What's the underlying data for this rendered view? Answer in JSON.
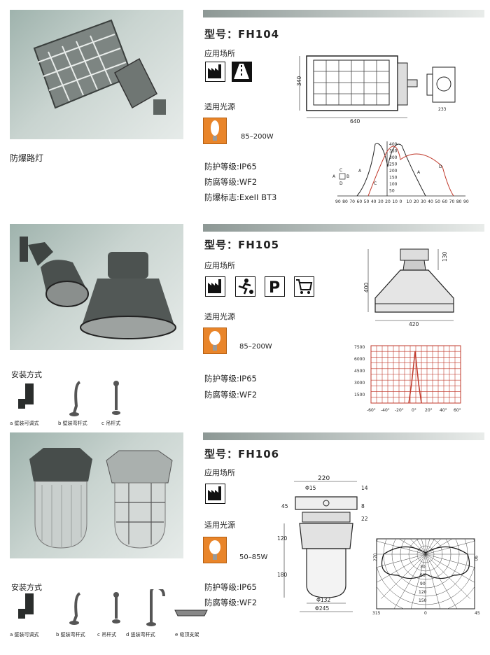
{
  "section1": {
    "photo_caption": "防爆路灯",
    "model": "型号：FH104",
    "usage_label": "应用场所",
    "light_label": "适用光源",
    "wattage": "85–200W",
    "protection": "防护等级:IP65",
    "corrosion": "防腐等级:WF2",
    "explosion": "防爆标志:ExeII BT3",
    "dim_width": "640",
    "dim_height": "340",
    "dim_side": "233",
    "curve_labels": [
      "A",
      "A",
      "C",
      "D",
      "C",
      "A",
      "B",
      "D"
    ],
    "curve_axis": [
      "90",
      "80",
      "70",
      "60",
      "50",
      "40",
      "30",
      "20",
      "10",
      "0",
      "10",
      "20",
      "30",
      "40",
      "50",
      "60",
      "70",
      "80",
      "90"
    ],
    "curve_y": [
      "400",
      "350",
      "300",
      "250",
      "200",
      "150",
      "100",
      "50"
    ]
  },
  "section2": {
    "model": "型号：FH105",
    "usage_label": "应用场所",
    "light_label": "适用光源",
    "wattage": "85–200W",
    "protection": "防护等级:IP65",
    "corrosion": "防腐等级:WF2",
    "mount_title": "安装方式",
    "mount_captions": [
      "a 壁装可调式",
      "b 壁装弯杆式",
      "c 吊杆式"
    ],
    "dim_width": "420",
    "dim_height": "400",
    "dim_top": "130",
    "chart_y": [
      "7500",
      "6000",
      "4500",
      "3000",
      "1500"
    ],
    "chart_x": [
      "-60°",
      "-40°",
      "-20°",
      "0°",
      "20°",
      "40°",
      "60°"
    ]
  },
  "section3": {
    "model": "型号：FH106",
    "usage_label": "应用场所",
    "light_label": "适用光源",
    "wattage": "50–85W",
    "protection": "防护等级:IP65",
    "corrosion": "防腐等级:WF2",
    "mount_title": "安装方式",
    "mount_captions": [
      "a 壁装可调式",
      "b 壁装弯杆式",
      "c 吊杆式",
      "d 竖装弯杆式",
      "e 吸顶支架"
    ],
    "dims": {
      "top": "220",
      "hole": "Φ15",
      "right_top": "14",
      "left_45": "45",
      "right_8": "8",
      "right_22": "22",
      "left_120": "120",
      "left_180": "180",
      "bottom_132": "Φ132",
      "bottom_245": "Φ245"
    },
    "polar_labels": [
      "270",
      "90",
      "315",
      "0",
      "45",
      "30",
      "60",
      "90",
      "120",
      "150"
    ]
  },
  "colors": {
    "stripe": "#aab4b1",
    "bulb": "#e9852a",
    "curve_red": "#c0392b"
  }
}
